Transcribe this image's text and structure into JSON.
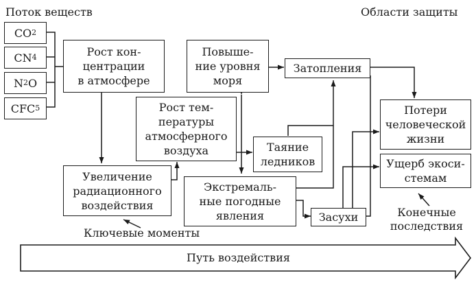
{
  "headers": {
    "left": "Поток веществ",
    "right": "Области защиты"
  },
  "gases": [
    {
      "base": "CO",
      "sub": "2"
    },
    {
      "base": "CN",
      "sub": "4"
    },
    {
      "base": "N",
      "sub": "2",
      "tail": "O"
    },
    {
      "base": "CFC",
      "sub": "5"
    }
  ],
  "boxes": {
    "concentration": "Рост кон-\nцентрации\nв атмосфере",
    "sea_level": "Повыше-\nние уровня\nморя",
    "floods": "Затопления",
    "temperature": "Рост тем-\nпературы\nатмосферного\nвоздуха",
    "glaciers": "Таяние\nледников",
    "radiative": "Увеличение\nрадиационного\nвоздействия",
    "extreme_weather": "Экстремаль-\nные погодные\nявления",
    "droughts": "Засухи",
    "human_loss": "Потери\nчеловеческой\nжизни",
    "ecosystem": "Ущерб экоси-\nстемам"
  },
  "annotations": {
    "key_moments": "Ключевые моменты",
    "final_consequences": "Конечные\nпоследствия"
  },
  "arrow_label": "Путь воздействия"
}
